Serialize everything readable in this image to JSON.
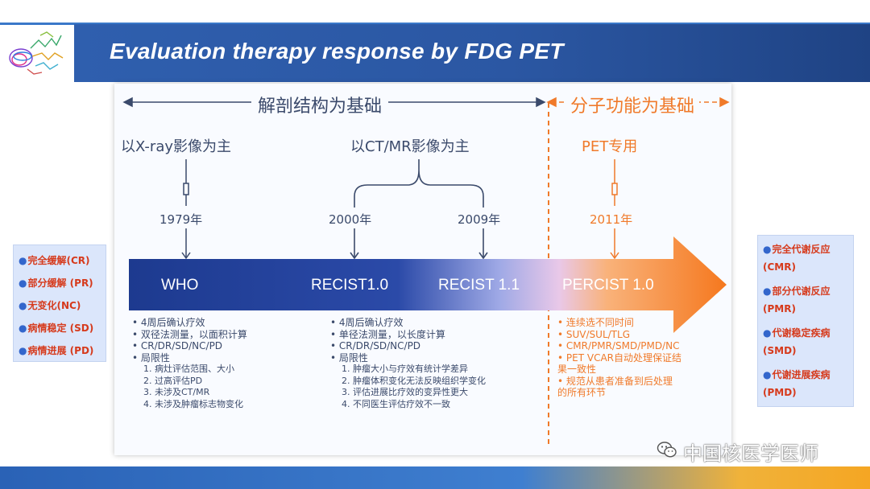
{
  "header": {
    "title": "Evaluation therapy response by FDG PET"
  },
  "phases": {
    "anatomical": "解剖结构为基础",
    "molecular": "分子功能为基础"
  },
  "eras": {
    "xray": "以X-ray影像为主",
    "ctmr": "以CT/MR影像为主",
    "pet": "PET专用"
  },
  "years": {
    "y1979": "1979年",
    "y2000": "2000年",
    "y2009": "2009年",
    "y2011": "2011年"
  },
  "methods": {
    "who": "WHO",
    "recist10": "RECIST1.0",
    "recist11": "RECIST 1.1",
    "percist": "PERCIST 1.0"
  },
  "notes": {
    "who": [
      {
        "text": "• 4周后确认疗效",
        "sub": false
      },
      {
        "text": "• 双径法测量，以面积计算",
        "sub": false
      },
      {
        "text": "• CR/DR/SD/NC/PD",
        "sub": false
      },
      {
        "text": "• 局限性",
        "sub": false
      },
      {
        "text": "1. 病灶评估范围、大小",
        "sub": true
      },
      {
        "text": "2. 过高评估PD",
        "sub": true
      },
      {
        "text": "3. 未涉及CT/MR",
        "sub": true
      },
      {
        "text": "4. 未涉及肿瘤标志物变化",
        "sub": true
      }
    ],
    "recist": [
      {
        "text": "• 4周后确认疗效",
        "sub": false
      },
      {
        "text": "• 单径法测量，以长度计算",
        "sub": false
      },
      {
        "text": "• CR/DR/SD/NC/PD",
        "sub": false
      },
      {
        "text": "• 局限性",
        "sub": false
      },
      {
        "text": "1. 肿瘤大小与疗效有统计学差异",
        "sub": true
      },
      {
        "text": "2. 肿瘤体积变化无法反映组织学变化",
        "sub": true
      },
      {
        "text": "3. 评估进展比疗效的变异性更大",
        "sub": true
      },
      {
        "text": "4. 不同医生评估疗效不一致",
        "sub": true
      }
    ],
    "percist": [
      {
        "text": "• 连续选不同时间",
        "sub": false
      },
      {
        "text": "• SUV/SUL/TLG",
        "sub": false
      },
      {
        "text": "• CMR/PMR/SMD/PMD/NC",
        "sub": false
      },
      {
        "text": "• PET VCAR自动处理保证结",
        "sub": false
      },
      {
        "text": "  果一致性",
        "sub": false
      },
      {
        "text": "• 规范从患者准备到后处理",
        "sub": false
      },
      {
        "text": "  的所有环节",
        "sub": false
      }
    ]
  },
  "left_legend": [
    "完全缓解(CR)",
    "部分缓解 (PR)",
    "无变化(NC)",
    "病情稳定 (SD)",
    "病情进展 (PD)"
  ],
  "right_legend": [
    "完全代谢反应",
    "(CMR)",
    "部分代谢反应",
    "(PMR)",
    "代谢稳定疾病",
    "(SMD)",
    "代谢进展疾病",
    "(PMD)"
  ],
  "watermark": {
    "text": "中国核医学医师",
    "icon": "wechat-icon"
  },
  "colors": {
    "title_banner": "#2b57a3",
    "anatomical": "#3b4a6b",
    "molecular": "#f07a2a",
    "legend_text": "#d63a1c",
    "legend_bg": "#dbe6fb",
    "arrow_start": "#1d3a8f",
    "arrow_end": "#f5781e"
  }
}
